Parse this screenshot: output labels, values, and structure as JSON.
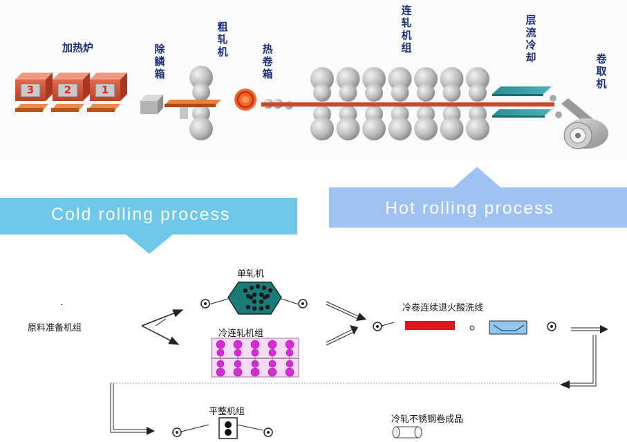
{
  "hot_line": {
    "reheating_furnace": "加热炉",
    "furnace_numbers": [
      "3",
      "2",
      "1"
    ],
    "descaler": "除鳞箱",
    "roughing_mill": "粗轧机",
    "coil_box": "热卷箱",
    "finishing_mill": "连轧机组",
    "laminar_cooling": "层流冷却",
    "coiler": "卷取机"
  },
  "callouts": {
    "cold": "Cold rolling process",
    "hot": "Hot rolling process"
  },
  "cold_line": {
    "material_prep": "原料准备机组",
    "single_mill": "单轧机",
    "tandem_mill": "冷连轧机组",
    "anneal_pickle": "冷卷连续退火酸洗线",
    "skin_pass": "平整机组",
    "finished_product": "冷轧不锈钢卷成品"
  },
  "colors": {
    "label_text": "#1a2f7a",
    "cold_callout": "#6fc7ea",
    "hot_callout": "#9ec3f3",
    "furnace": "#dc5a3f",
    "slab": "#c8621f",
    "roll": "#b9b9b9",
    "cooling": "#2f9aa0",
    "anneal_red": "#e1161c",
    "pickle_blue": "#8fc8f2",
    "mill_teal": "#1b7b78",
    "tandem_purple": "#d92ad8"
  }
}
